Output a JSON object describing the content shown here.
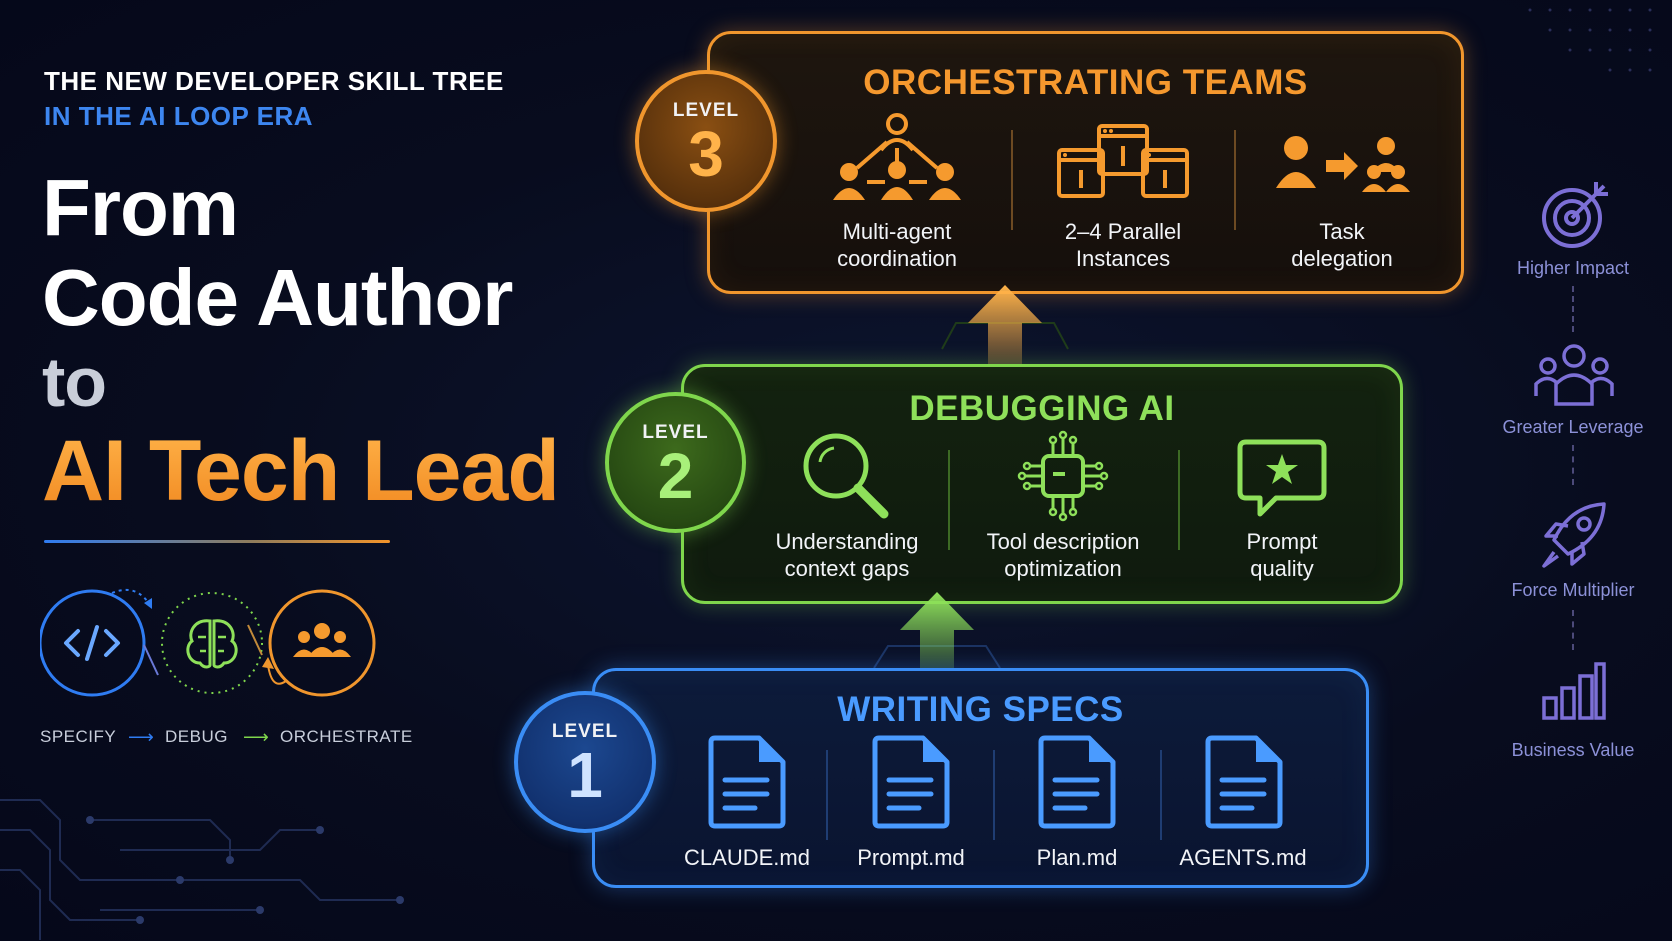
{
  "header": {
    "kicker_line1": "THE NEW DEVELOPER SKILL TREE",
    "kicker_line2": "IN THE AI LOOP ERA",
    "headline_1": "From",
    "headline_2": "Code Author",
    "headline_3": "to",
    "headline_4": "AI Tech Lead"
  },
  "flow": {
    "steps": [
      "SPECIFY",
      "DEBUG",
      "ORCHESTRATE"
    ],
    "icons": [
      "code-icon",
      "brain-icon",
      "team-icon"
    ]
  },
  "levels": [
    {
      "level_word": "LEVEL",
      "number": "3",
      "title": "ORCHESTRATING TEAMS",
      "color": "#f0962d",
      "items": [
        {
          "icon": "network-icon",
          "label_1": "Multi-agent",
          "label_2": "coordination"
        },
        {
          "icon": "windows-icon",
          "label_1": "2–4 Parallel",
          "label_2": "Instances"
        },
        {
          "icon": "delegate-icon",
          "label_1": "Task",
          "label_2": "delegation"
        }
      ]
    },
    {
      "level_word": "LEVEL",
      "number": "2",
      "title": "DEBUGGING AI",
      "color": "#7fd64c",
      "items": [
        {
          "icon": "magnifier-icon",
          "label_1": "Understanding",
          "label_2": "context gaps"
        },
        {
          "icon": "chip-icon",
          "label_1": "Tool description",
          "label_2": "optimization"
        },
        {
          "icon": "star-chat-icon",
          "label_1": "Prompt",
          "label_2": "quality"
        }
      ]
    },
    {
      "level_word": "LEVEL",
      "number": "1",
      "title": "WRITING SPECS",
      "color": "#3a8df5",
      "items": [
        {
          "icon": "document-icon",
          "label_1": "CLAUDE.md"
        },
        {
          "icon": "document-icon",
          "label_1": "Prompt.md"
        },
        {
          "icon": "document-icon",
          "label_1": "Plan.md"
        },
        {
          "icon": "document-icon",
          "label_1": "AGENTS.md"
        }
      ]
    }
  ],
  "benefits": [
    {
      "icon": "target-icon",
      "label": "Higher Impact"
    },
    {
      "icon": "people-icon",
      "label": "Greater Leverage"
    },
    {
      "icon": "rocket-icon",
      "label": "Force Multiplier"
    },
    {
      "icon": "bar-chart-icon",
      "label": "Business Value"
    }
  ]
}
